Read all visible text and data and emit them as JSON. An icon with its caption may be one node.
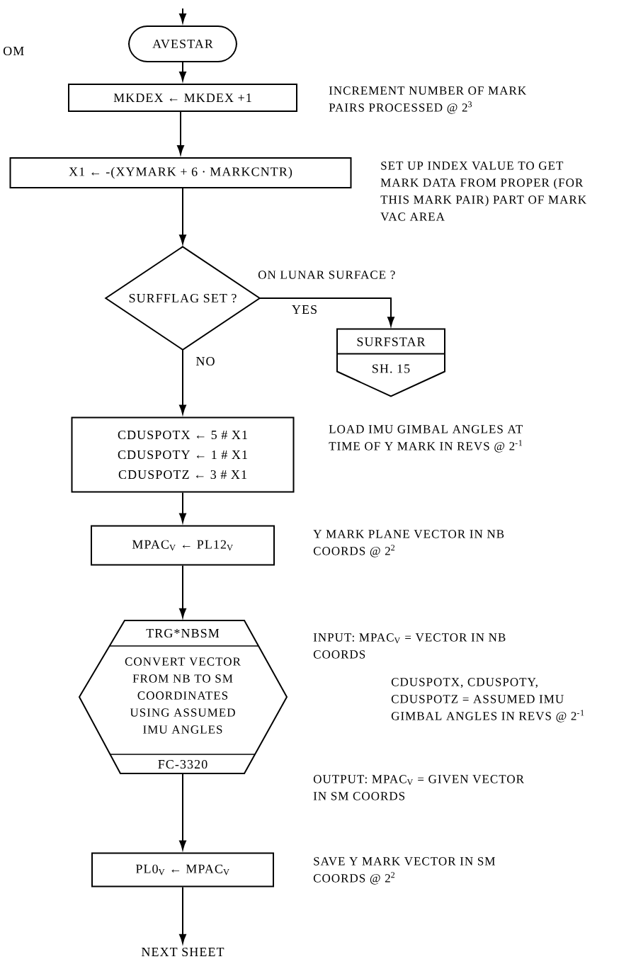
{
  "diagram": {
    "nodes": [
      {
        "text": [
          "AVESTAR"
        ]
      },
      {
        "text": [
          "MKDEX ← MKDEX +1"
        ],
        "beside": [
          "INCREMENT NUMBER OF MARK PAIRS PROCESSED @ 2$^{3}$"
        ]
      },
      {
        "text": [
          "X1 ← -(XYMARK + 6 · MARKCNTR)"
        ],
        "beside": [
          "SET UP INDEX VALUE TO GET MARK DATA FROM PROPER (FOR THIS MARK PAIR) PART OF MARK VAC AREA"
        ]
      },
      {
        "text": [
          "SURFFLAG SET ?"
        ],
        "beside": [
          "ON LUNAR SURFACE ?"
        ]
      },
      {
        "text": [
          "SURFSTAR",
          "SH. 15"
        ]
      },
      {
        "text": [
          "CDUSPOTX ← 5 # X1",
          "CDUSPOTY ← 1 # X1",
          "CDUSPOTZ ← 3 # X1"
        ],
        "beside": [
          "LOAD IMU GIMBAL ANGLES AT TIME OF Y MARK IN REVS @ 2$^{-1}$"
        ]
      },
      {
        "text": [
          "MPAC$_{V}$ ← PL12$_{V}$"
        ],
        "beside": [
          "Y MARK PLANE VECTOR IN NB COORDS @ 2$^{2}$"
        ]
      },
      {
        "text": [
          "TRG*NBSM",
          "CONVERT VECTOR FROM NB TO SM COORDINATES USING ASSUMED IMU ANGLES",
          "FC-3320"
        ],
        "beside": [
          "INPUT: MPAC$_{V}$ = VECTOR IN NB COORDS",
          "CDUSPOTX, CDUSPOTY, CDUSPOTZ = ASSUMED IMU GIMBAL ANGLES IN REVS @ 2$^{-1}$",
          "OUTPUT: MPAC$_{V}$ = GIVEN VECTOR IN SM COORDS"
        ]
      },
      {
        "text": [
          "PL0$_{V}$ ← MPAC$_{V}$"
        ],
        "beside": [
          "SAVE Y MARK VECTOR IN SM COORDS @ 2$^{2}$"
        ]
      },
      {
        "text": [
          "NEXT SHEET"
        ]
      }
    ],
    "edges": [
      {
        "from": null,
        "to": 0,
        "arrow": "to"
      },
      {
        "from": 0,
        "to": 1,
        "arrow": "to"
      },
      {
        "from": 1,
        "to": 2,
        "arrow": "to"
      },
      {
        "from": 2,
        "to": 3,
        "arrow": "to"
      },
      {
        "from": 3,
        "to": 4,
        "arrow": "to",
        "label": "YES"
      },
      {
        "from": 3,
        "to": 5,
        "arrow": "to",
        "label": "NO"
      },
      {
        "from": 5,
        "to": 6,
        "arrow": "to"
      },
      {
        "from": 6,
        "to": 7,
        "arrow": "to"
      },
      {
        "from": 7,
        "to": 8,
        "arrow": "to"
      },
      {
        "from": 8,
        "to": 9,
        "arrow": "to"
      }
    ],
    "labels": [
      "OM"
    ]
  }
}
